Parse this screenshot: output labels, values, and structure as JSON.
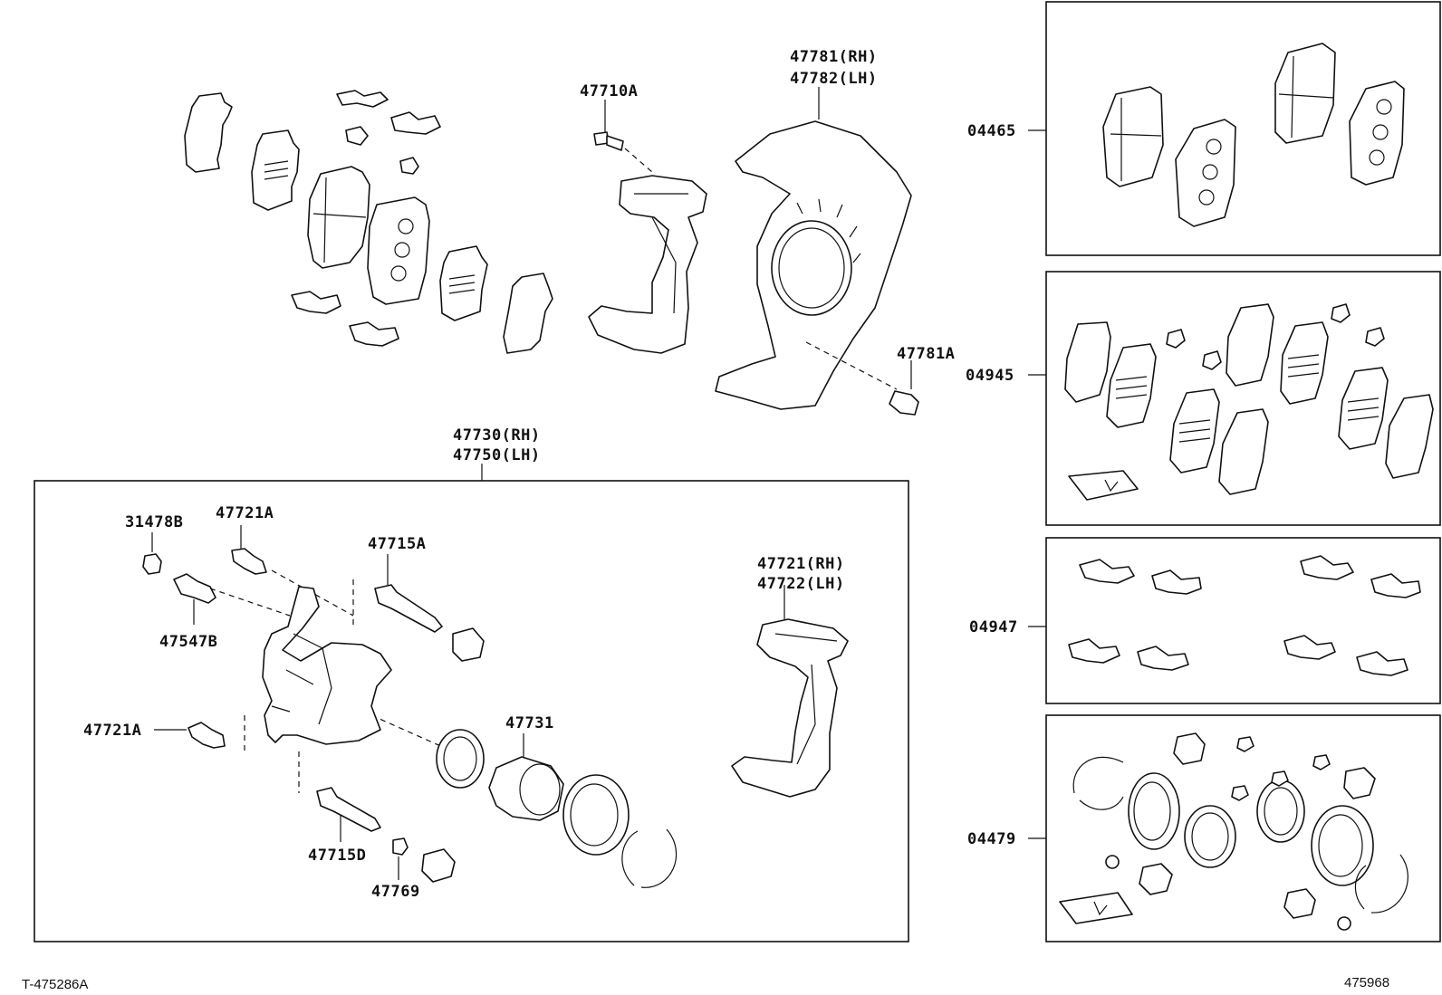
{
  "labels": {
    "p47781": "47781(RH)",
    "p47782": "47782(LH)",
    "p47710A": "47710A",
    "p47781A": "47781A",
    "p47730": "47730(RH)",
    "p47750": "47750(LH)",
    "p31478B": "31478B",
    "p47721A_top": "47721A",
    "p47715A": "47715A",
    "p47547B": "47547B",
    "p47721": "47721(RH)",
    "p47722": "47722(LH)",
    "p47721A_bottom": "47721A",
    "p47731": "47731",
    "p47715D": "47715D",
    "p47769": "47769",
    "k04465": "04465",
    "k04945": "04945",
    "k04947": "04947",
    "k04479": "04479"
  },
  "footer": {
    "left_code": "T-475286A",
    "right_code": "475968"
  }
}
